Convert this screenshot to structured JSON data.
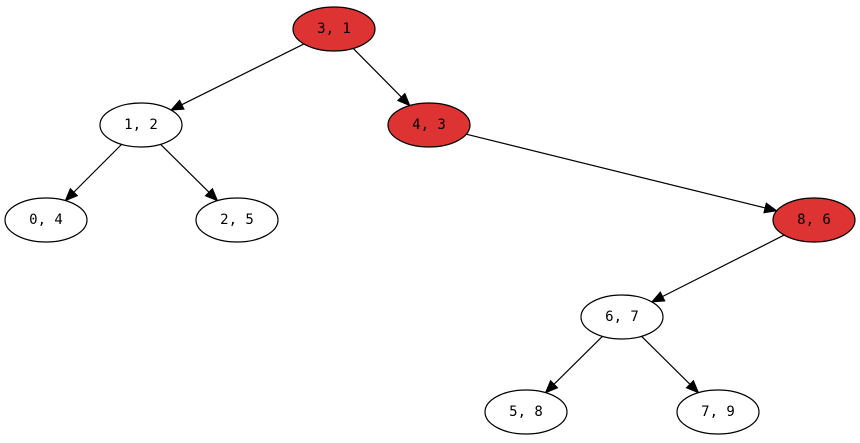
{
  "colors": {
    "highlighted": "#dd3333",
    "default": "#ffffff"
  },
  "nodes": [
    {
      "id": "n31",
      "label": "3, 1",
      "highlighted": true
    },
    {
      "id": "n12",
      "label": "1, 2",
      "highlighted": false
    },
    {
      "id": "n43",
      "label": "4, 3",
      "highlighted": true
    },
    {
      "id": "n04",
      "label": "0, 4",
      "highlighted": false
    },
    {
      "id": "n25",
      "label": "2, 5",
      "highlighted": false
    },
    {
      "id": "n86",
      "label": "8, 6",
      "highlighted": true
    },
    {
      "id": "n67",
      "label": "6, 7",
      "highlighted": false
    },
    {
      "id": "n58",
      "label": "5, 8",
      "highlighted": false
    },
    {
      "id": "n79",
      "label": "7, 9",
      "highlighted": false
    }
  ],
  "edges": [
    {
      "from": "n31",
      "to": "n12"
    },
    {
      "from": "n31",
      "to": "n43"
    },
    {
      "from": "n12",
      "to": "n04"
    },
    {
      "from": "n12",
      "to": "n25"
    },
    {
      "from": "n43",
      "to": "n86"
    },
    {
      "from": "n86",
      "to": "n67"
    },
    {
      "from": "n67",
      "to": "n58"
    },
    {
      "from": "n67",
      "to": "n79"
    }
  ]
}
